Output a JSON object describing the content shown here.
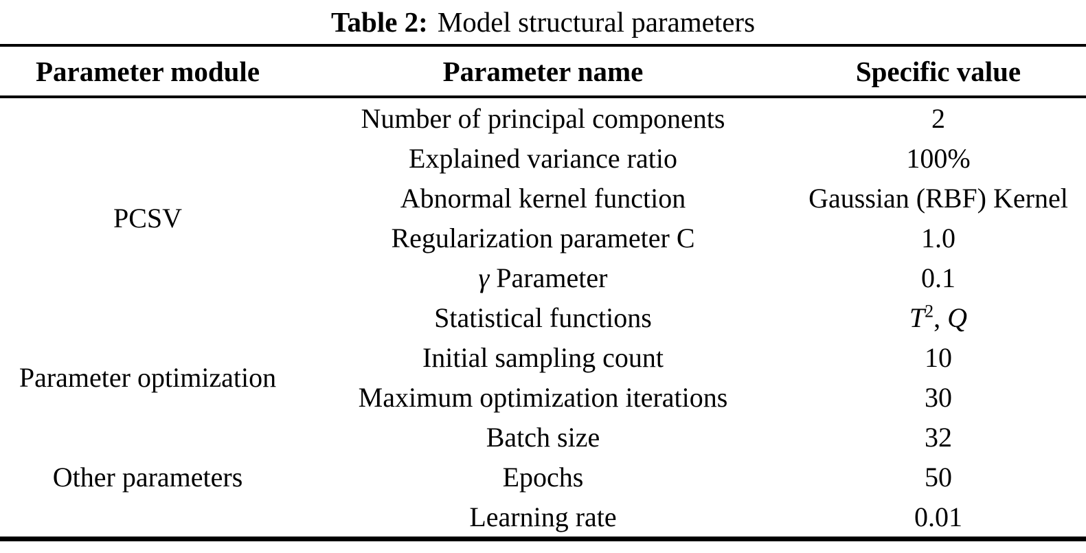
{
  "caption": {
    "label": "Table 2:",
    "title": "Model structural parameters"
  },
  "table": {
    "headers": {
      "module": "Parameter module",
      "name": "Parameter name",
      "value": "Specific value"
    },
    "groups": [
      {
        "module": "PCSV",
        "rows": [
          {
            "name": "Number of principal components",
            "value": "2"
          },
          {
            "name": "Explained variance ratio",
            "value": "100%"
          },
          {
            "name": "Abnormal kernel function",
            "value": "Gaussian (RBF) Kernel"
          },
          {
            "name": "Regularization parameter C",
            "value": "1.0"
          },
          {
            "name_symbol": "γ",
            "name": "Parameter",
            "value": "0.1"
          },
          {
            "name": "Statistical functions",
            "value_math": {
              "base": "T",
              "sup": "2",
              "sep": ",",
              "q": "Q"
            }
          }
        ]
      },
      {
        "module": "Parameter optimization",
        "rows": [
          {
            "name": "Initial sampling count",
            "value": "10"
          },
          {
            "name": "Maximum optimization iterations",
            "value": "30"
          }
        ]
      },
      {
        "module": "Other parameters",
        "rows": [
          {
            "name": "Batch size",
            "value": "32"
          },
          {
            "name": "Epochs",
            "value": "50"
          },
          {
            "name": "Learning rate",
            "value": "0.01"
          }
        ]
      }
    ]
  }
}
